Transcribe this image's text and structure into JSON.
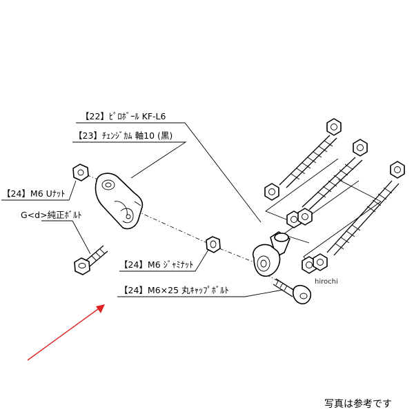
{
  "labels": {
    "piro_ball": "【22】ﾋﾟﾛﾎﾞｰﾙ KF-L6",
    "change_cam": "【23】ﾁｪﾝｼﾞｶﾑ 軸10 (黒)",
    "u_nut": "【24】M6 Uﾅｯﾄ",
    "genuine_bolt": "G<d>純正ﾎﾞﾙﾄ",
    "jam_nut": "【24】M6 ｼﾞｬﾐﾅｯﾄ",
    "cap_bolt": "【24】M6×25 丸ｷｬｯﾌﾟﾎﾞﾙﾄ"
  },
  "watermark": "hirochi",
  "caption": "写真は参考です",
  "colors": {
    "line": "#000000",
    "arrow": "#e02020",
    "background": "#ffffff"
  }
}
